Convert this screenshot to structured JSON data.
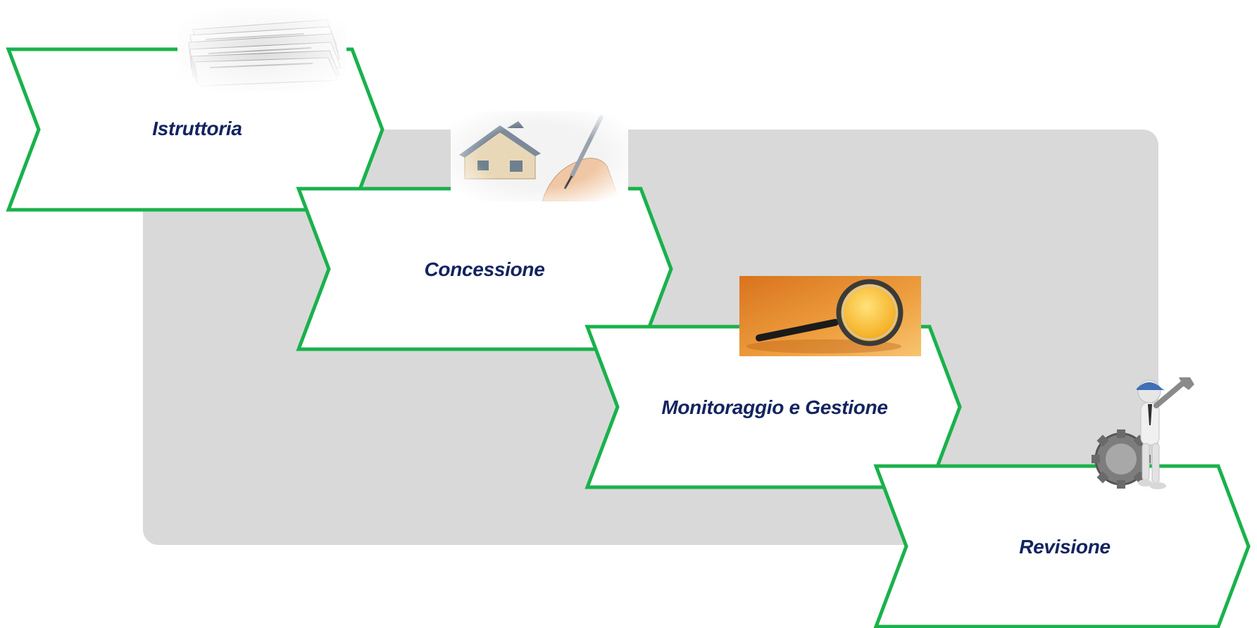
{
  "steps": [
    {
      "label": "Istruttoria",
      "image": "paper-stack-image"
    },
    {
      "label": "Concessione",
      "image": "house-pen-signing-image"
    },
    {
      "label": "Monitoraggio e Gestione",
      "image": "magnifying-glass-image"
    },
    {
      "label": "Revisione",
      "image": "mechanic-with-wrench-image"
    }
  ],
  "colors": {
    "chevron_border": "#19b24b",
    "chevron_fill": "#ffffff",
    "label_text": "#132460",
    "panel": "#d9d9d9"
  }
}
